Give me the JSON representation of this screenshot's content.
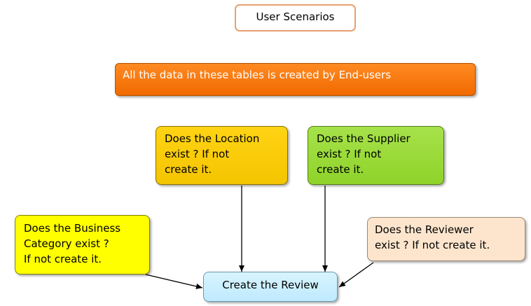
{
  "title": "User Scenarios",
  "banner": "All the data in these tables is created by End-users",
  "nodes": {
    "location": "Does the Location\nexist ? If not\ncreate it.",
    "supplier": "Does the Supplier\nexist ? If not\ncreate it.",
    "business_category": "Does the Business\nCategory exist ?\nIf not create it.",
    "reviewer": "Does the Reviewer\nexist ? If not create it.",
    "review": "Create the Review"
  },
  "colors": {
    "banner": "#f47a0e",
    "location": "#ffcc00",
    "supplier": "#99dd33",
    "business_category": "#ffff00",
    "reviewer": "#fde5cd",
    "review": "#ccf0fe",
    "title_border": "#e8a070"
  }
}
